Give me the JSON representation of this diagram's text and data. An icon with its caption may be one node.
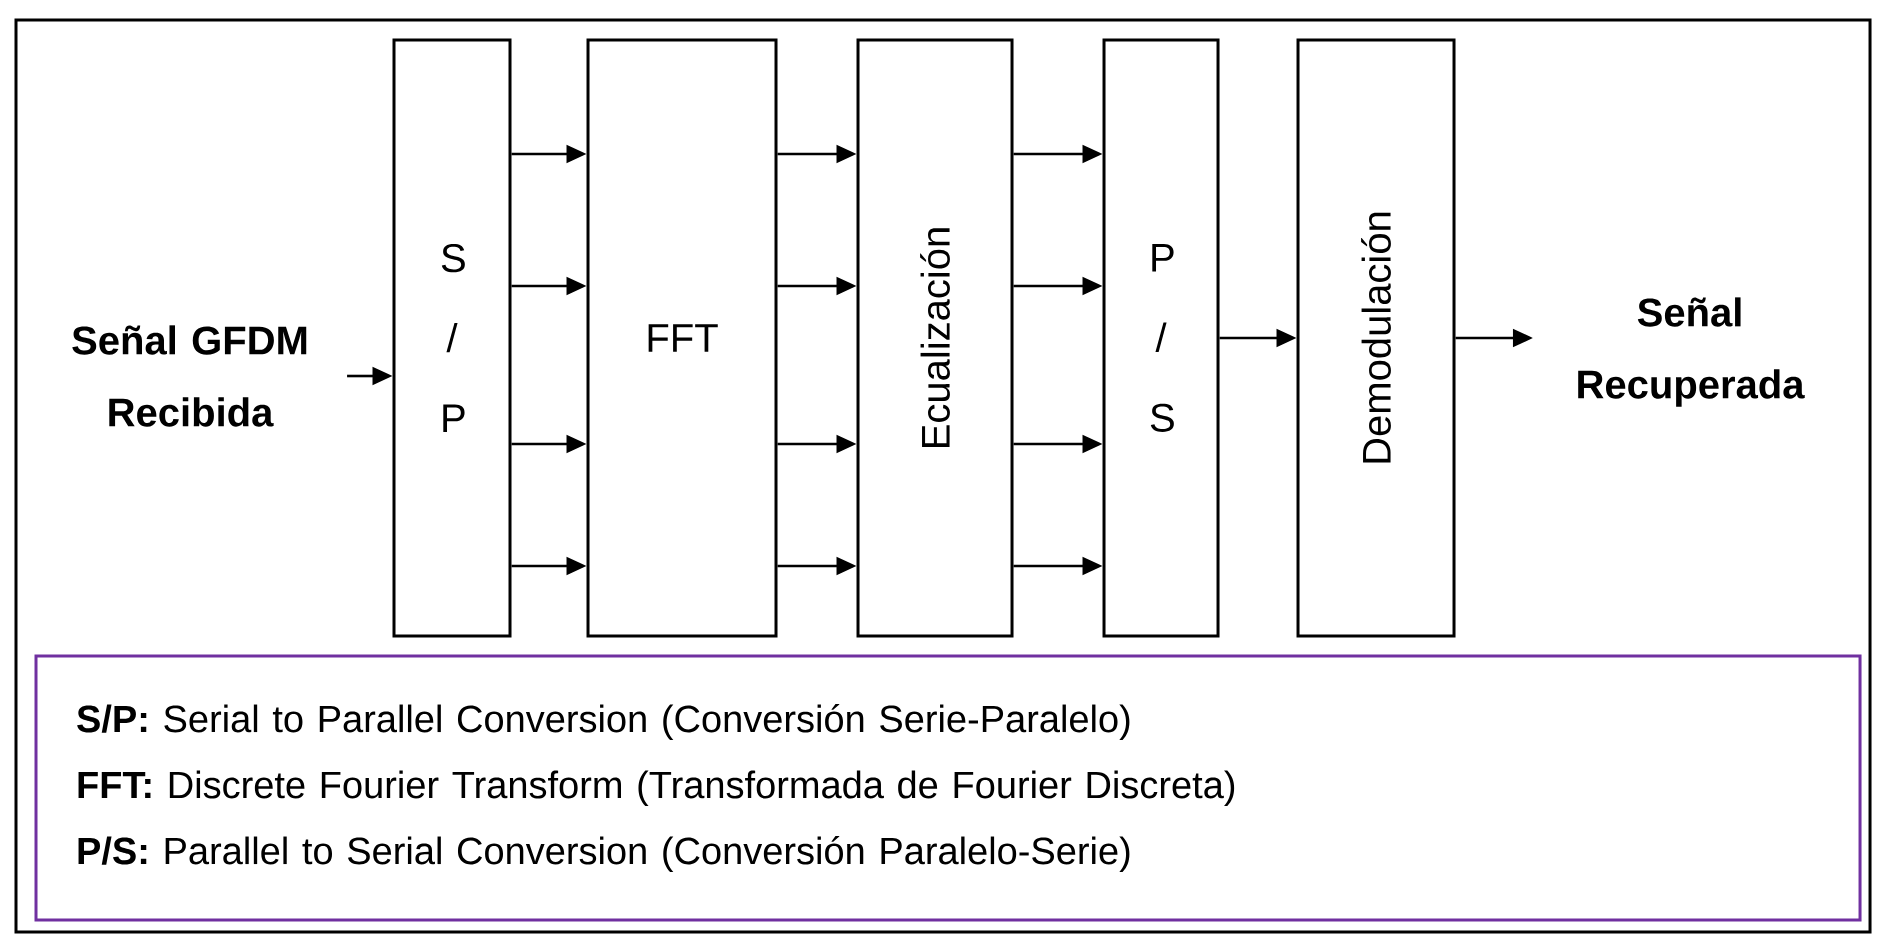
{
  "diagram": {
    "nodes": [
      {
        "text": [
          "Señal GFDM Recibida"
        ]
      },
      {
        "text": [
          "S / P"
        ]
      },
      {
        "text": [
          "FFT"
        ]
      },
      {
        "text": [
          "Ecualización"
        ]
      },
      {
        "text": [
          "P / S"
        ]
      },
      {
        "text": [
          "Demodulación"
        ]
      },
      {
        "text": [
          "Señal Recuperada"
        ]
      },
      {
        "text": [
          "**S/P:** Serial to Parallel Conversion (Conversión Serie-Paralelo)",
          "**FFT:** Discrete Fourier Transform (Transformada de Fourier Discreta)",
          "**P/S:** Parallel to Serial Conversion (Conversión Paralelo-Serie)"
        ]
      }
    ],
    "edges": [
      {
        "from": 0,
        "to": 1,
        "arrow": "to"
      },
      {
        "from": 1,
        "to": 2,
        "arrow": "to"
      },
      {
        "from": 1,
        "to": 2,
        "arrow": "to"
      },
      {
        "from": 1,
        "to": 2,
        "arrow": "to"
      },
      {
        "from": 1,
        "to": 2,
        "arrow": "to"
      },
      {
        "from": 2,
        "to": 3,
        "arrow": "to"
      },
      {
        "from": 2,
        "to": 3,
        "arrow": "to"
      },
      {
        "from": 2,
        "to": 3,
        "arrow": "to"
      },
      {
        "from": 2,
        "to": 3,
        "arrow": "to"
      },
      {
        "from": 3,
        "to": 4,
        "arrow": "to"
      },
      {
        "from": 3,
        "to": 4,
        "arrow": "to"
      },
      {
        "from": 3,
        "to": 4,
        "arrow": "to"
      },
      {
        "from": 3,
        "to": 4,
        "arrow": "to"
      },
      {
        "from": 4,
        "to": 5,
        "arrow": "to"
      },
      {
        "from": 5,
        "to": 6,
        "arrow": "to"
      }
    ]
  }
}
